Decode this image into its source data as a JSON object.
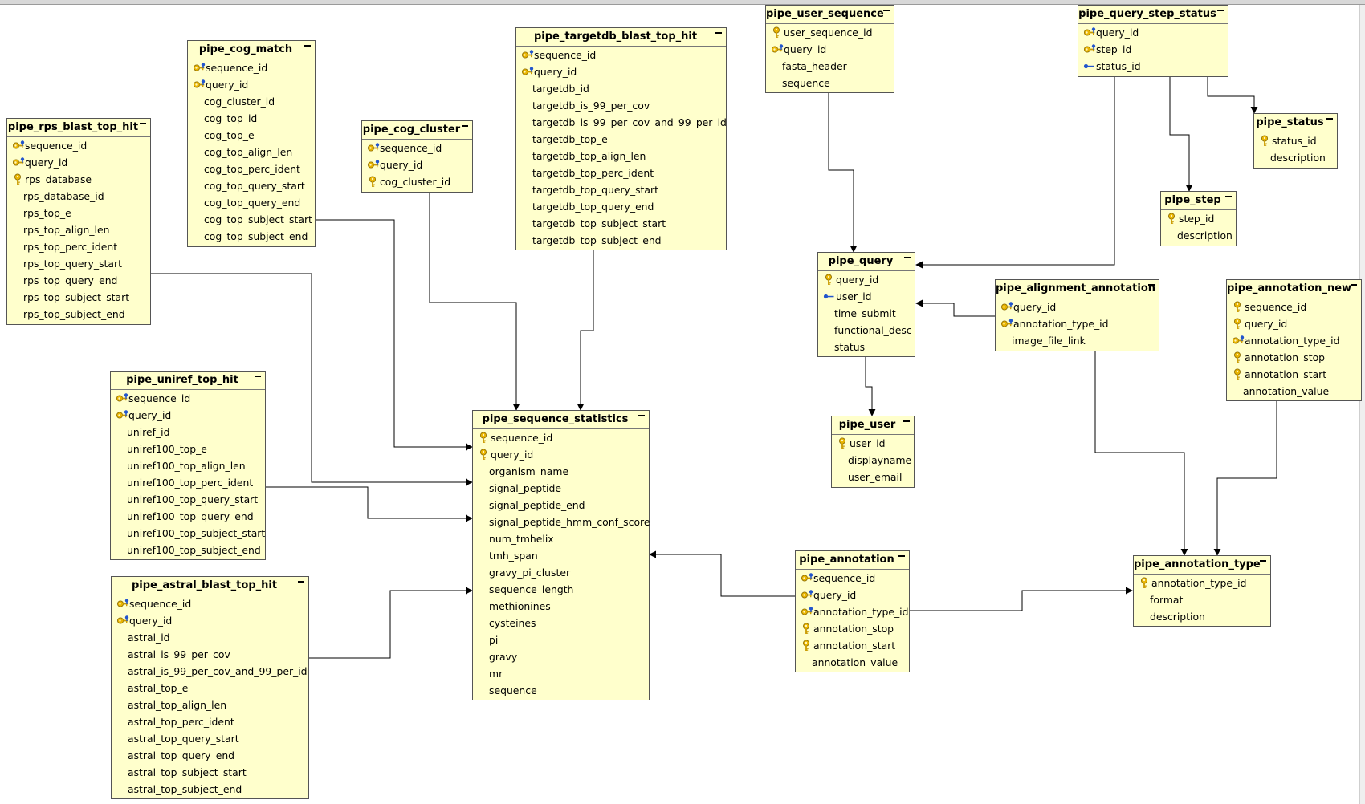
{
  "diagram": {
    "tables": {
      "pipe_user_sequence": {
        "name": "pipe_user_sequence",
        "fields": [
          {
            "name": "user_sequence_id",
            "key": "pk"
          },
          {
            "name": "query_id",
            "key": "pfk"
          },
          {
            "name": "fasta_header",
            "key": ""
          },
          {
            "name": "sequence",
            "key": ""
          }
        ]
      },
      "pipe_query_step_status": {
        "name": "pipe_query_step_status",
        "fields": [
          {
            "name": "query_id",
            "key": "pfk"
          },
          {
            "name": "step_id",
            "key": "pfk"
          },
          {
            "name": "status_id",
            "key": "fk"
          }
        ]
      },
      "pipe_targetdb_blast_top_hit": {
        "name": "pipe_targetdb_blast_top_hit",
        "fields": [
          {
            "name": "sequence_id",
            "key": "pfk"
          },
          {
            "name": "query_id",
            "key": "pfk"
          },
          {
            "name": "targetdb_id",
            "key": ""
          },
          {
            "name": "targetdb_is_99_per_cov",
            "key": ""
          },
          {
            "name": "targetdb_is_99_per_cov_and_99_per_id",
            "key": ""
          },
          {
            "name": "targetdb_top_e",
            "key": ""
          },
          {
            "name": "targetdb_top_align_len",
            "key": ""
          },
          {
            "name": "targetdb_top_perc_ident",
            "key": ""
          },
          {
            "name": "targetdb_top_query_start",
            "key": ""
          },
          {
            "name": "targetdb_top_query_end",
            "key": ""
          },
          {
            "name": "targetdb_top_subject_start",
            "key": ""
          },
          {
            "name": "targetdb_top_subject_end",
            "key": ""
          }
        ]
      },
      "pipe_cog_match": {
        "name": "pipe_cog_match",
        "fields": [
          {
            "name": "sequence_id",
            "key": "pfk"
          },
          {
            "name": "query_id",
            "key": "pfk"
          },
          {
            "name": "cog_cluster_id",
            "key": ""
          },
          {
            "name": "cog_top_id",
            "key": ""
          },
          {
            "name": "cog_top_e",
            "key": ""
          },
          {
            "name": "cog_top_align_len",
            "key": ""
          },
          {
            "name": "cog_top_perc_ident",
            "key": ""
          },
          {
            "name": "cog_top_query_start",
            "key": ""
          },
          {
            "name": "cog_top_query_end",
            "key": ""
          },
          {
            "name": "cog_top_subject_start",
            "key": ""
          },
          {
            "name": "cog_top_subject_end",
            "key": ""
          }
        ]
      },
      "pipe_cog_cluster": {
        "name": "pipe_cog_cluster",
        "fields": [
          {
            "name": "sequence_id",
            "key": "pfk"
          },
          {
            "name": "query_id",
            "key": "pfk"
          },
          {
            "name": "cog_cluster_id",
            "key": "pk"
          }
        ]
      },
      "pipe_rps_blast_top_hit": {
        "name": "pipe_rps_blast_top_hit",
        "fields": [
          {
            "name": "sequence_id",
            "key": "pfk"
          },
          {
            "name": "query_id",
            "key": "pfk"
          },
          {
            "name": "rps_database",
            "key": "pk"
          },
          {
            "name": "rps_database_id",
            "key": ""
          },
          {
            "name": "rps_top_e",
            "key": ""
          },
          {
            "name": "rps_top_align_len",
            "key": ""
          },
          {
            "name": "rps_top_perc_ident",
            "key": ""
          },
          {
            "name": "rps_top_query_start",
            "key": ""
          },
          {
            "name": "rps_top_query_end",
            "key": ""
          },
          {
            "name": "rps_top_subject_start",
            "key": ""
          },
          {
            "name": "rps_top_subject_end",
            "key": ""
          }
        ]
      },
      "pipe_status": {
        "name": "pipe_status",
        "fields": [
          {
            "name": "status_id",
            "key": "pk"
          },
          {
            "name": "description",
            "key": ""
          }
        ]
      },
      "pipe_step": {
        "name": "pipe_step",
        "fields": [
          {
            "name": "step_id",
            "key": "pk"
          },
          {
            "name": "description",
            "key": ""
          }
        ]
      },
      "pipe_query": {
        "name": "pipe_query",
        "fields": [
          {
            "name": "query_id",
            "key": "pk"
          },
          {
            "name": "user_id",
            "key": "fk"
          },
          {
            "name": "time_submit",
            "key": ""
          },
          {
            "name": "functional_desc",
            "key": ""
          },
          {
            "name": "status",
            "key": ""
          }
        ]
      },
      "pipe_alignment_annotation": {
        "name": "pipe_alignment_annotation",
        "fields": [
          {
            "name": "query_id",
            "key": "pfk"
          },
          {
            "name": "annotation_type_id",
            "key": "pfk"
          },
          {
            "name": "image_file_link",
            "key": ""
          }
        ]
      },
      "pipe_annotation_new": {
        "name": "pipe_annotation_new",
        "fields": [
          {
            "name": "sequence_id",
            "key": "pk"
          },
          {
            "name": "query_id",
            "key": "pk"
          },
          {
            "name": "annotation_type_id",
            "key": "pfk"
          },
          {
            "name": "annotation_stop",
            "key": "pk"
          },
          {
            "name": "annotation_start",
            "key": "pk"
          },
          {
            "name": "annotation_value",
            "key": ""
          }
        ]
      },
      "pipe_uniref_top_hit": {
        "name": "pipe_uniref_top_hit",
        "fields": [
          {
            "name": "sequence_id",
            "key": "pfk"
          },
          {
            "name": "query_id",
            "key": "pfk"
          },
          {
            "name": "uniref_id",
            "key": ""
          },
          {
            "name": "uniref100_top_e",
            "key": ""
          },
          {
            "name": "uniref100_top_align_len",
            "key": ""
          },
          {
            "name": "uniref100_top_perc_ident",
            "key": ""
          },
          {
            "name": "uniref100_top_query_start",
            "key": ""
          },
          {
            "name": "uniref100_top_query_end",
            "key": ""
          },
          {
            "name": "uniref100_top_subject_start",
            "key": ""
          },
          {
            "name": "uniref100_top_subject_end",
            "key": ""
          }
        ]
      },
      "pipe_sequence_statistics": {
        "name": "pipe_sequence_statistics",
        "fields": [
          {
            "name": "sequence_id",
            "key": "pk"
          },
          {
            "name": "query_id",
            "key": "pk"
          },
          {
            "name": "organism_name",
            "key": ""
          },
          {
            "name": "signal_peptide",
            "key": ""
          },
          {
            "name": "signal_peptide_end",
            "key": ""
          },
          {
            "name": "signal_peptide_hmm_conf_score",
            "key": ""
          },
          {
            "name": "num_tmhelix",
            "key": ""
          },
          {
            "name": "tmh_span",
            "key": ""
          },
          {
            "name": "gravy_pi_cluster",
            "key": ""
          },
          {
            "name": "sequence_length",
            "key": ""
          },
          {
            "name": "methionines",
            "key": ""
          },
          {
            "name": "cysteines",
            "key": ""
          },
          {
            "name": "pi",
            "key": ""
          },
          {
            "name": "gravy",
            "key": ""
          },
          {
            "name": "mr",
            "key": ""
          },
          {
            "name": "sequence",
            "key": ""
          }
        ]
      },
      "pipe_user": {
        "name": "pipe_user",
        "fields": [
          {
            "name": "user_id",
            "key": "pk"
          },
          {
            "name": "displayname",
            "key": ""
          },
          {
            "name": "user_email",
            "key": ""
          }
        ]
      },
      "pipe_annotation": {
        "name": "pipe_annotation",
        "fields": [
          {
            "name": "sequence_id",
            "key": "pfk"
          },
          {
            "name": "query_id",
            "key": "pfk"
          },
          {
            "name": "annotation_type_id",
            "key": "pfk"
          },
          {
            "name": "annotation_stop",
            "key": "pk"
          },
          {
            "name": "annotation_start",
            "key": "pk"
          },
          {
            "name": "annotation_value",
            "key": ""
          }
        ]
      },
      "pipe_annotation_type": {
        "name": "pipe_annotation_type",
        "fields": [
          {
            "name": "annotation_type_id",
            "key": "pk"
          },
          {
            "name": "format",
            "key": ""
          },
          {
            "name": "description",
            "key": ""
          }
        ]
      },
      "pipe_astral_blast_top_hit": {
        "name": "pipe_astral_blast_top_hit",
        "fields": [
          {
            "name": "sequence_id",
            "key": "pfk"
          },
          {
            "name": "query_id",
            "key": "pfk"
          },
          {
            "name": "astral_id",
            "key": ""
          },
          {
            "name": "astral_is_99_per_cov",
            "key": ""
          },
          {
            "name": "astral_is_99_per_cov_and_99_per_id",
            "key": ""
          },
          {
            "name": "astral_top_e",
            "key": ""
          },
          {
            "name": "astral_top_align_len",
            "key": ""
          },
          {
            "name": "astral_top_perc_ident",
            "key": ""
          },
          {
            "name": "astral_top_query_start",
            "key": ""
          },
          {
            "name": "astral_top_query_end",
            "key": ""
          },
          {
            "name": "astral_top_subject_start",
            "key": ""
          },
          {
            "name": "astral_top_subject_end",
            "key": ""
          }
        ]
      }
    },
    "relationships": [
      {
        "from": "pipe_user_sequence",
        "to": "pipe_query"
      },
      {
        "from": "pipe_query_step_status",
        "to": "pipe_query"
      },
      {
        "from": "pipe_query_step_status",
        "to": "pipe_step"
      },
      {
        "from": "pipe_query_step_status",
        "to": "pipe_status"
      },
      {
        "from": "pipe_alignment_annotation",
        "to": "pipe_query"
      },
      {
        "from": "pipe_alignment_annotation",
        "to": "pipe_annotation_type"
      },
      {
        "from": "pipe_annotation_new",
        "to": "pipe_annotation_type"
      },
      {
        "from": "pipe_query",
        "to": "pipe_user"
      },
      {
        "from": "pipe_cog_match",
        "to": "pipe_sequence_statistics"
      },
      {
        "from": "pipe_cog_cluster",
        "to": "pipe_sequence_statistics"
      },
      {
        "from": "pipe_targetdb_blast_top_hit",
        "to": "pipe_sequence_statistics"
      },
      {
        "from": "pipe_rps_blast_top_hit",
        "to": "pipe_sequence_statistics"
      },
      {
        "from": "pipe_uniref_top_hit",
        "to": "pipe_sequence_statistics"
      },
      {
        "from": "pipe_astral_blast_top_hit",
        "to": "pipe_sequence_statistics"
      },
      {
        "from": "pipe_annotation",
        "to": "pipe_sequence_statistics"
      },
      {
        "from": "pipe_annotation",
        "to": "pipe_annotation_type"
      }
    ],
    "colors": {
      "table_fill": "#ffffcc",
      "border": "#555555",
      "line": "#000000",
      "key_gold": "#d9a400",
      "key_blue": "#2255cc"
    }
  }
}
